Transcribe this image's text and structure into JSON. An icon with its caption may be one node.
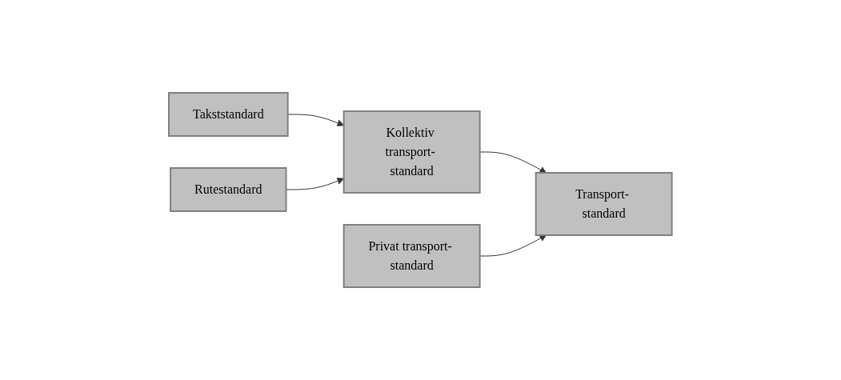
{
  "diagram": {
    "nodes": [
      {
        "text": [
          "Takststandard"
        ]
      },
      {
        "text": [
          "Rutestandard"
        ]
      },
      {
        "text": [
          "Kollektiv transport- standard"
        ]
      },
      {
        "text": [
          "Privat transport- standard"
        ]
      },
      {
        "text": [
          "Transport- standard"
        ]
      }
    ],
    "edges": [
      {
        "from": 0,
        "to": 2,
        "arrow": "to"
      },
      {
        "from": 1,
        "to": 2,
        "arrow": "to"
      },
      {
        "from": 2,
        "to": 4,
        "arrow": "to"
      },
      {
        "from": 3,
        "to": 4,
        "arrow": "to"
      }
    ]
  }
}
